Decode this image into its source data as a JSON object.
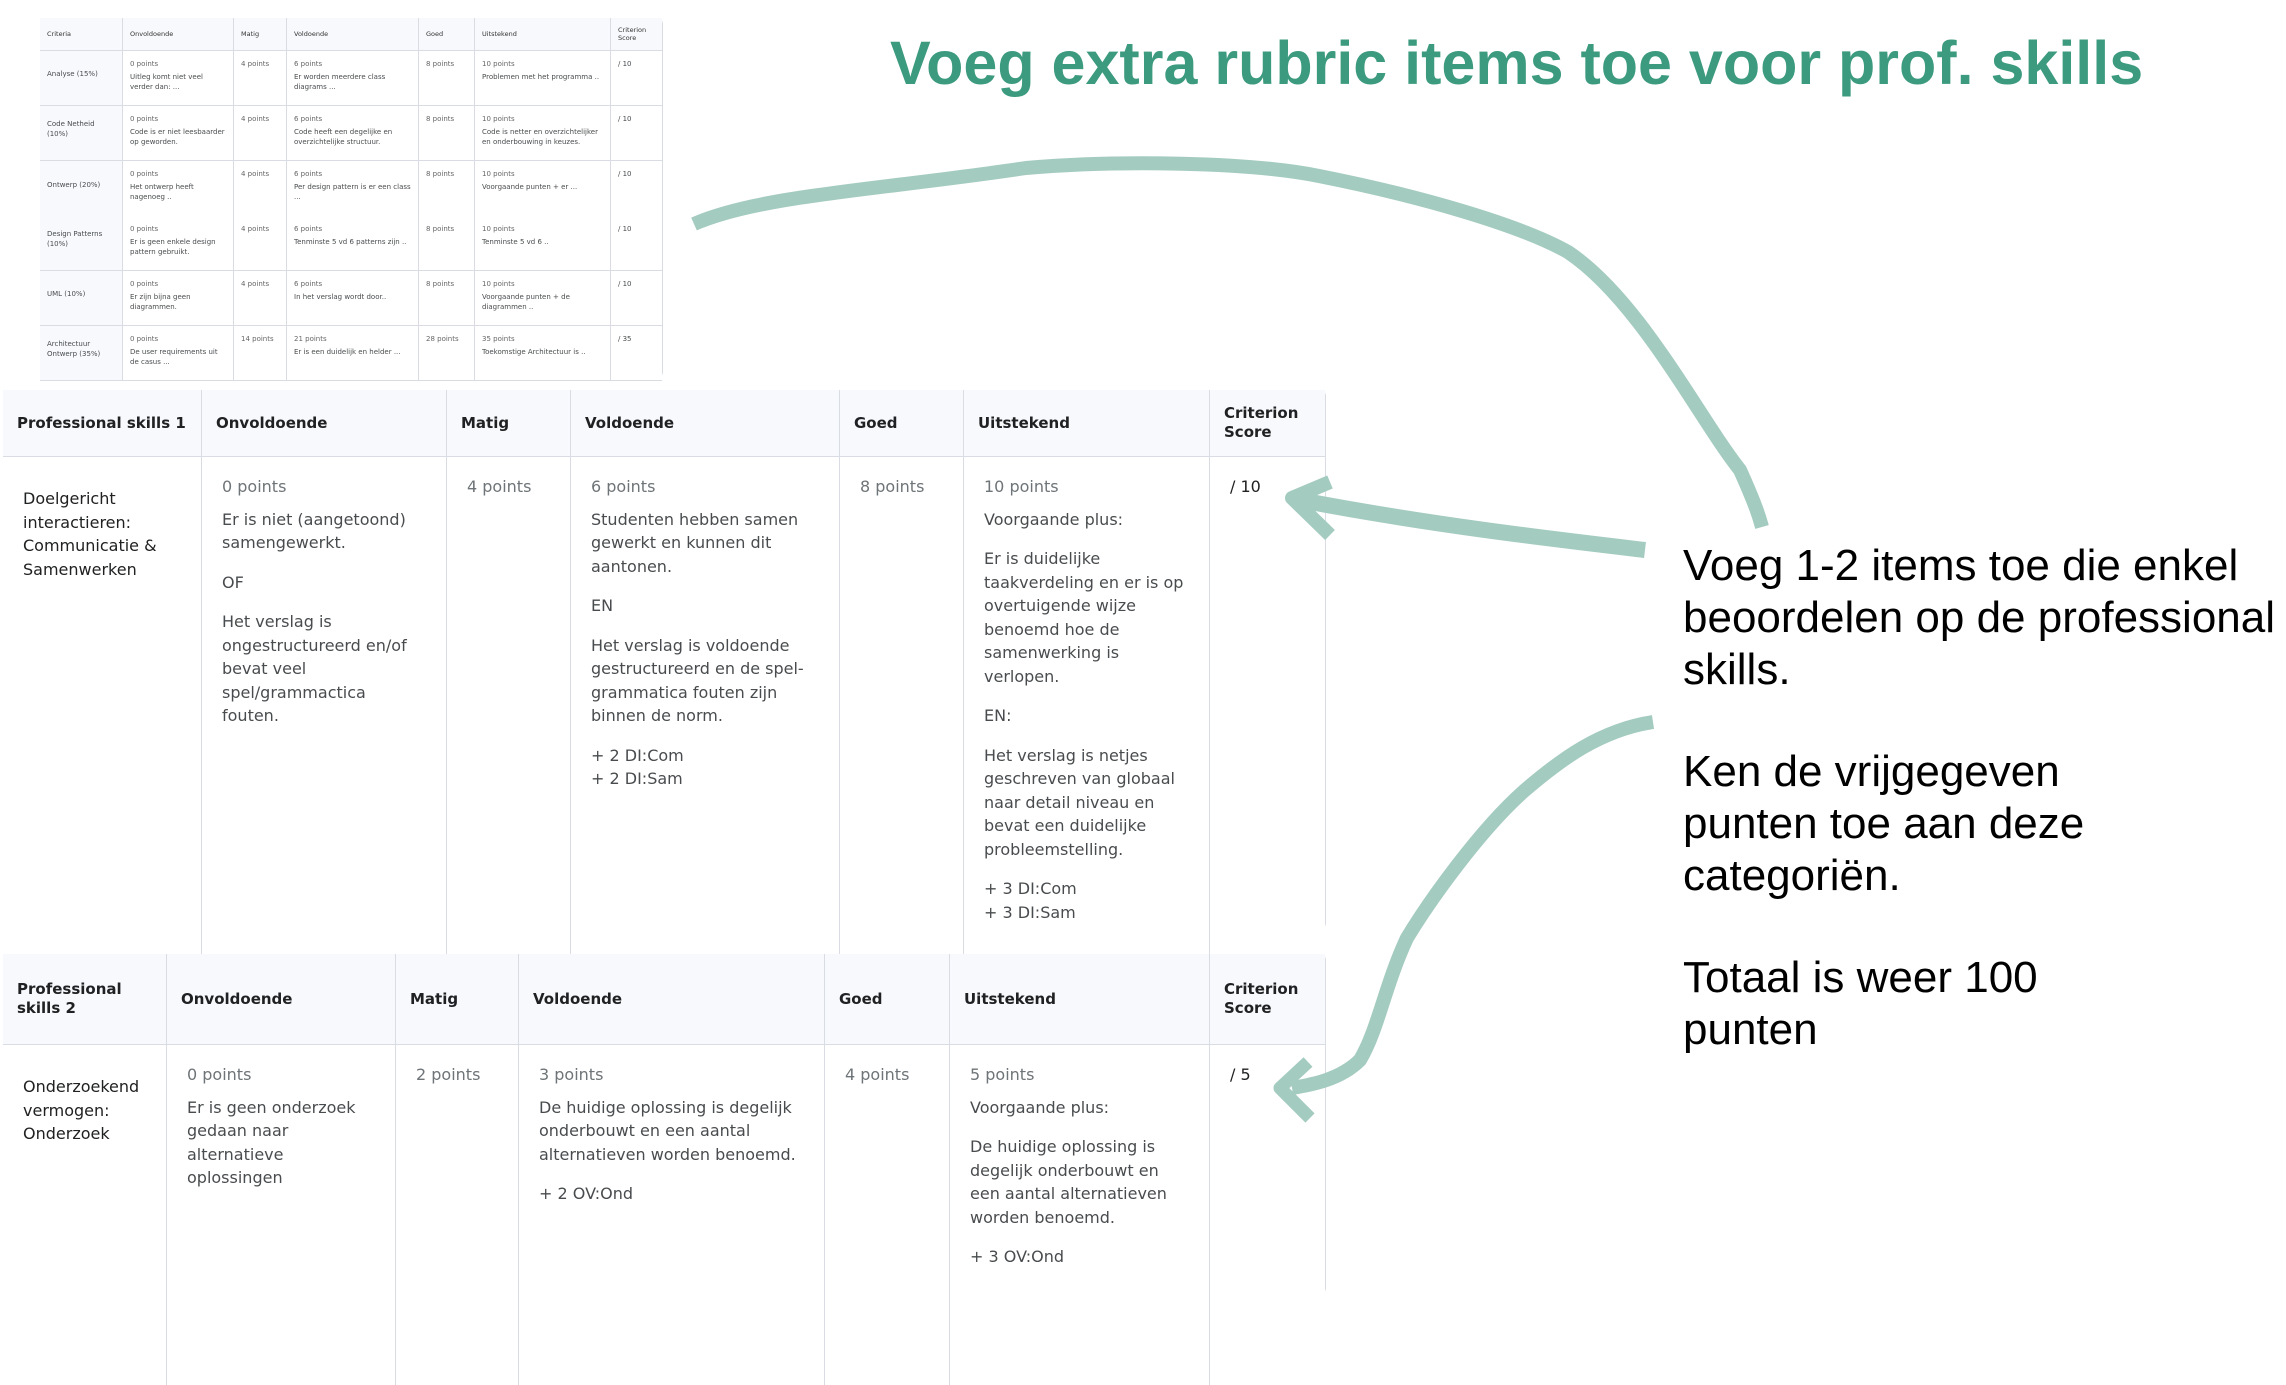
{
  "title": "Voeg extra rubric items toe voor prof. skills",
  "notes": [
    "Voeg 1-2 items toe die enkel beoordelen op de professional skills.",
    "Ken de vrijgegeven punten toe aan deze categoriën.",
    "Totaal is weer 100 punten"
  ],
  "colors": {
    "title": "#3c9a7e",
    "arrow": "#a3cbbf"
  },
  "small_rubric": {
    "headers": [
      "Criteria",
      "Onvoldoende",
      "Matig",
      "Voldoende",
      "Goed",
      "Uitstekend",
      "Criterion Score"
    ],
    "rows": [
      {
        "criterion": "Analyse (15%)",
        "cells": [
          [
            "0 points",
            "Uitleg komt niet veel verder dan: ..."
          ],
          [
            "4 points",
            ""
          ],
          [
            "6 points",
            "Er worden meerdere class diagrams ..."
          ],
          [
            "8 points",
            ""
          ],
          [
            "10 points",
            "Problemen met het programma .."
          ]
        ],
        "score": "/ 10"
      },
      {
        "criterion": "Code Netheid (10%)",
        "cells": [
          [
            "0 points",
            "Code is er niet leesbaarder op geworden."
          ],
          [
            "4 points",
            ""
          ],
          [
            "6 points",
            "Code heeft een degelijke en overzichtelijke structuur."
          ],
          [
            "8 points",
            ""
          ],
          [
            "10 points",
            "Code is netter en overzichtelijker en onderbouwing in keuzes."
          ]
        ],
        "score": "/ 10"
      },
      {
        "criterion": "Ontwerp (20%)",
        "cells": [
          [
            "0 points",
            "Het ontwerp heeft nagenoeg .."
          ],
          [
            "4 points",
            ""
          ],
          [
            "6 points",
            "Per design pattern is er een class ..."
          ],
          [
            "8 points",
            ""
          ],
          [
            "10 points",
            "Voorgaande punten + er ..."
          ]
        ],
        "score": "/ 10"
      },
      {
        "criterion": "Design Patterns (10%)",
        "cells": [
          [
            "0 points",
            "Er is geen enkele design pattern gebruikt."
          ],
          [
            "4 points",
            ""
          ],
          [
            "6 points",
            "Tenminste 5 vd 6 patterns zijn .."
          ],
          [
            "8 points",
            ""
          ],
          [
            "10 points",
            "Tenminste 5 vd 6 .."
          ]
        ],
        "score": "/ 10"
      },
      {
        "criterion": "UML (10%)",
        "cells": [
          [
            "0 points",
            "Er zijn bijna geen diagrammen."
          ],
          [
            "4 points",
            ""
          ],
          [
            "6 points",
            "In het verslag wordt door.."
          ],
          [
            "8 points",
            ""
          ],
          [
            "10 points",
            "Voorgaande punten + de diagrammen .."
          ]
        ],
        "score": "/ 10"
      },
      {
        "criterion": "Architectuur Ontwerp (35%)",
        "cells": [
          [
            "0 points",
            "De user requirements uit de casus ..."
          ],
          [
            "14 points",
            ""
          ],
          [
            "21 points",
            "Er is een duidelijk en helder ..."
          ],
          [
            "28 points",
            ""
          ],
          [
            "35 points",
            "Toekomstige Architectuur is .."
          ]
        ],
        "score": "/ 35"
      }
    ]
  },
  "rubric1": {
    "headers": [
      "Professional skills 1",
      "Onvoldoende",
      "Matig",
      "Voldoende",
      "Goed",
      "Uitstekend",
      "Criterion Score"
    ],
    "criterion": "Doelgericht interactieren: Communicatie & Samenwerken",
    "cells": [
      {
        "points": "0 points",
        "text": [
          "Er is niet (aangetoond) samengewerkt.",
          "OF",
          "Het verslag is ongestructureerd en/of bevat veel spel/grammactica fouten."
        ]
      },
      {
        "points": "4 points",
        "text": []
      },
      {
        "points": "6 points",
        "text": [
          "Studenten hebben samen gewerkt en kunnen dit aantonen.",
          "EN",
          "Het verslag is voldoende gestructureerd en de spel-grammatica fouten zijn binnen de norm.",
          "+ 2 DI:Com",
          "+ 2 DI:Sam"
        ]
      },
      {
        "points": "8 points",
        "text": []
      },
      {
        "points": "10 points",
        "text": [
          "Voorgaande plus:",
          "Er is duidelijke taakverdeling en er is op overtuigende wijze benoemd hoe de samenwerking is verlopen.",
          "EN:",
          "Het verslag is netjes geschreven van globaal naar detail niveau en bevat een duidelijke probleemstelling.",
          "+ 3 DI:Com",
          "+ 3 DI:Sam"
        ]
      }
    ],
    "score": "/ 10"
  },
  "rubric2": {
    "headers": [
      "Professional skills 2",
      "Onvoldoende",
      "Matig",
      "Voldoende",
      "Goed",
      "Uitstekend",
      "Criterion Score"
    ],
    "criterion": "Onderzoekend vermogen: Onderzoek",
    "cells": [
      {
        "points": "0 points",
        "text": [
          "Er is geen onderzoek gedaan naar alternatieve oplossingen"
        ]
      },
      {
        "points": "2 points",
        "text": []
      },
      {
        "points": "3 points",
        "text": [
          "De huidige oplossing is degelijk onderbouwt en een aantal alternatieven worden benoemd.",
          "+ 2 OV:Ond"
        ]
      },
      {
        "points": "4 points",
        "text": []
      },
      {
        "points": "5 points",
        "text": [
          "Voorgaande plus:",
          "De huidige oplossing is degelijk onderbouwt en een aantal alternatieven worden benoemd.",
          "+ 3 OV:Ond"
        ]
      }
    ],
    "score": "/ 5"
  }
}
